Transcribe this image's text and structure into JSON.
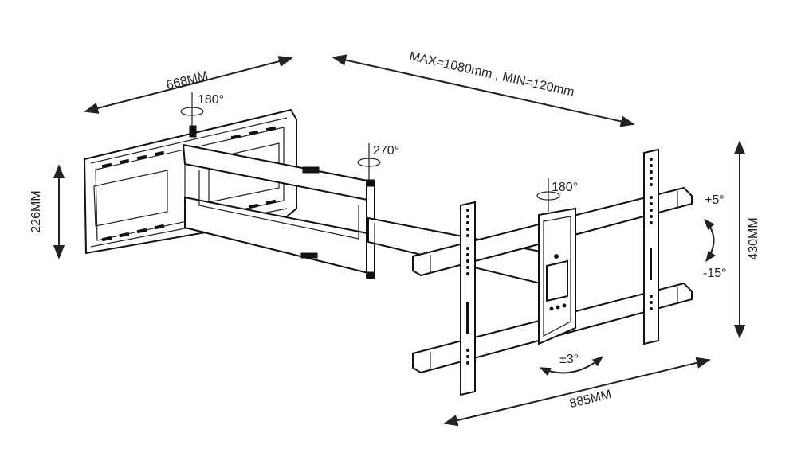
{
  "dimensions": {
    "wall_width": "668MM",
    "wall_height": "226MM",
    "extension": "MAX=1080mm , MIN=120mm",
    "bracket_height": "430MM",
    "bracket_width": "885MM"
  },
  "rotations": {
    "wall_swivel": "180°",
    "arm_swivel": "270°",
    "head_swivel": "180°",
    "tilt_up": "+5°",
    "tilt_down": "-15°",
    "level": "±3°"
  },
  "colors": {
    "line": "#222222",
    "background": "#ffffff"
  }
}
